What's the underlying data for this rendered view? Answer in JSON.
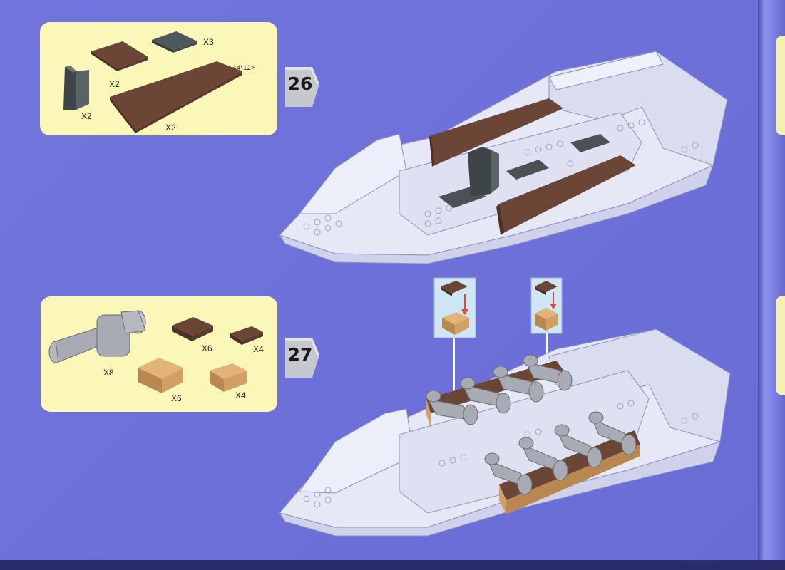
{
  "step26": {
    "number": "26",
    "parts": {
      "dark_slope_qty": "X2",
      "brown_plate_small_qty": "X2",
      "dark_plate_qty": "X3",
      "brown_plate_large_qty": "X2",
      "brown_plate_large_size": "<4*12>"
    }
  },
  "step27": {
    "number": "27",
    "parts": {
      "cannon_qty": "X8",
      "brown_brick_2x2_qty": "X6",
      "brown_brick_1x2_qty": "X4",
      "tan_brick_2x2_qty": "X6",
      "tan_brick_1x2_qty": "X4"
    }
  },
  "colors": {
    "background": "#6f72d9",
    "parts_box": "#fbf7b8",
    "brown": "#6b4636",
    "dark_gray": "#4a5256",
    "tan": "#d2a064",
    "light_gray": "#a9abb4",
    "hull": "#e6e8f6",
    "arrow": "#e0463a"
  }
}
